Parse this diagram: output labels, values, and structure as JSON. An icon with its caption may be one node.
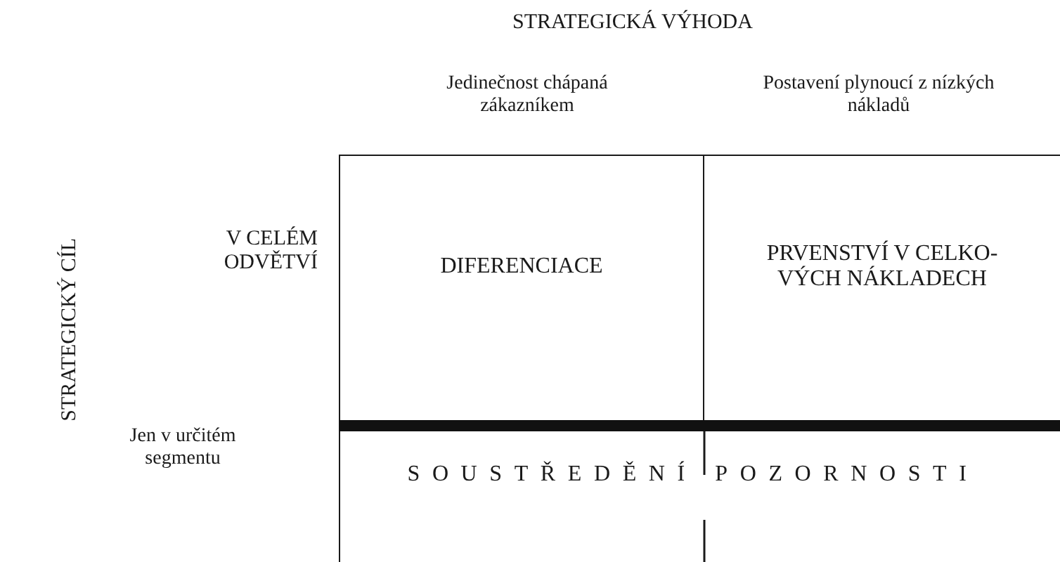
{
  "diagram": {
    "nodes": [
      {
        "text": [
          "DIFERENCIACE"
        ]
      },
      {
        "text": [
          "PRVENSTVÍ V CELKO- VÝCH NÁKLADECH"
        ]
      },
      {
        "text": [
          "SOUSTŘEDĚNÍ POZORNOSTI"
        ]
      }
    ],
    "labels": [
      "STRATEGICKÁ VÝHODA",
      "Jedinečnost chápaná zákazníkem",
      "Postavení plynoucí z nízkých nákladů",
      "V CELÉM ODVĚTVÍ",
      "STRATEGICKÝ CÍL",
      "Jen v určitém segmentu"
    ]
  }
}
